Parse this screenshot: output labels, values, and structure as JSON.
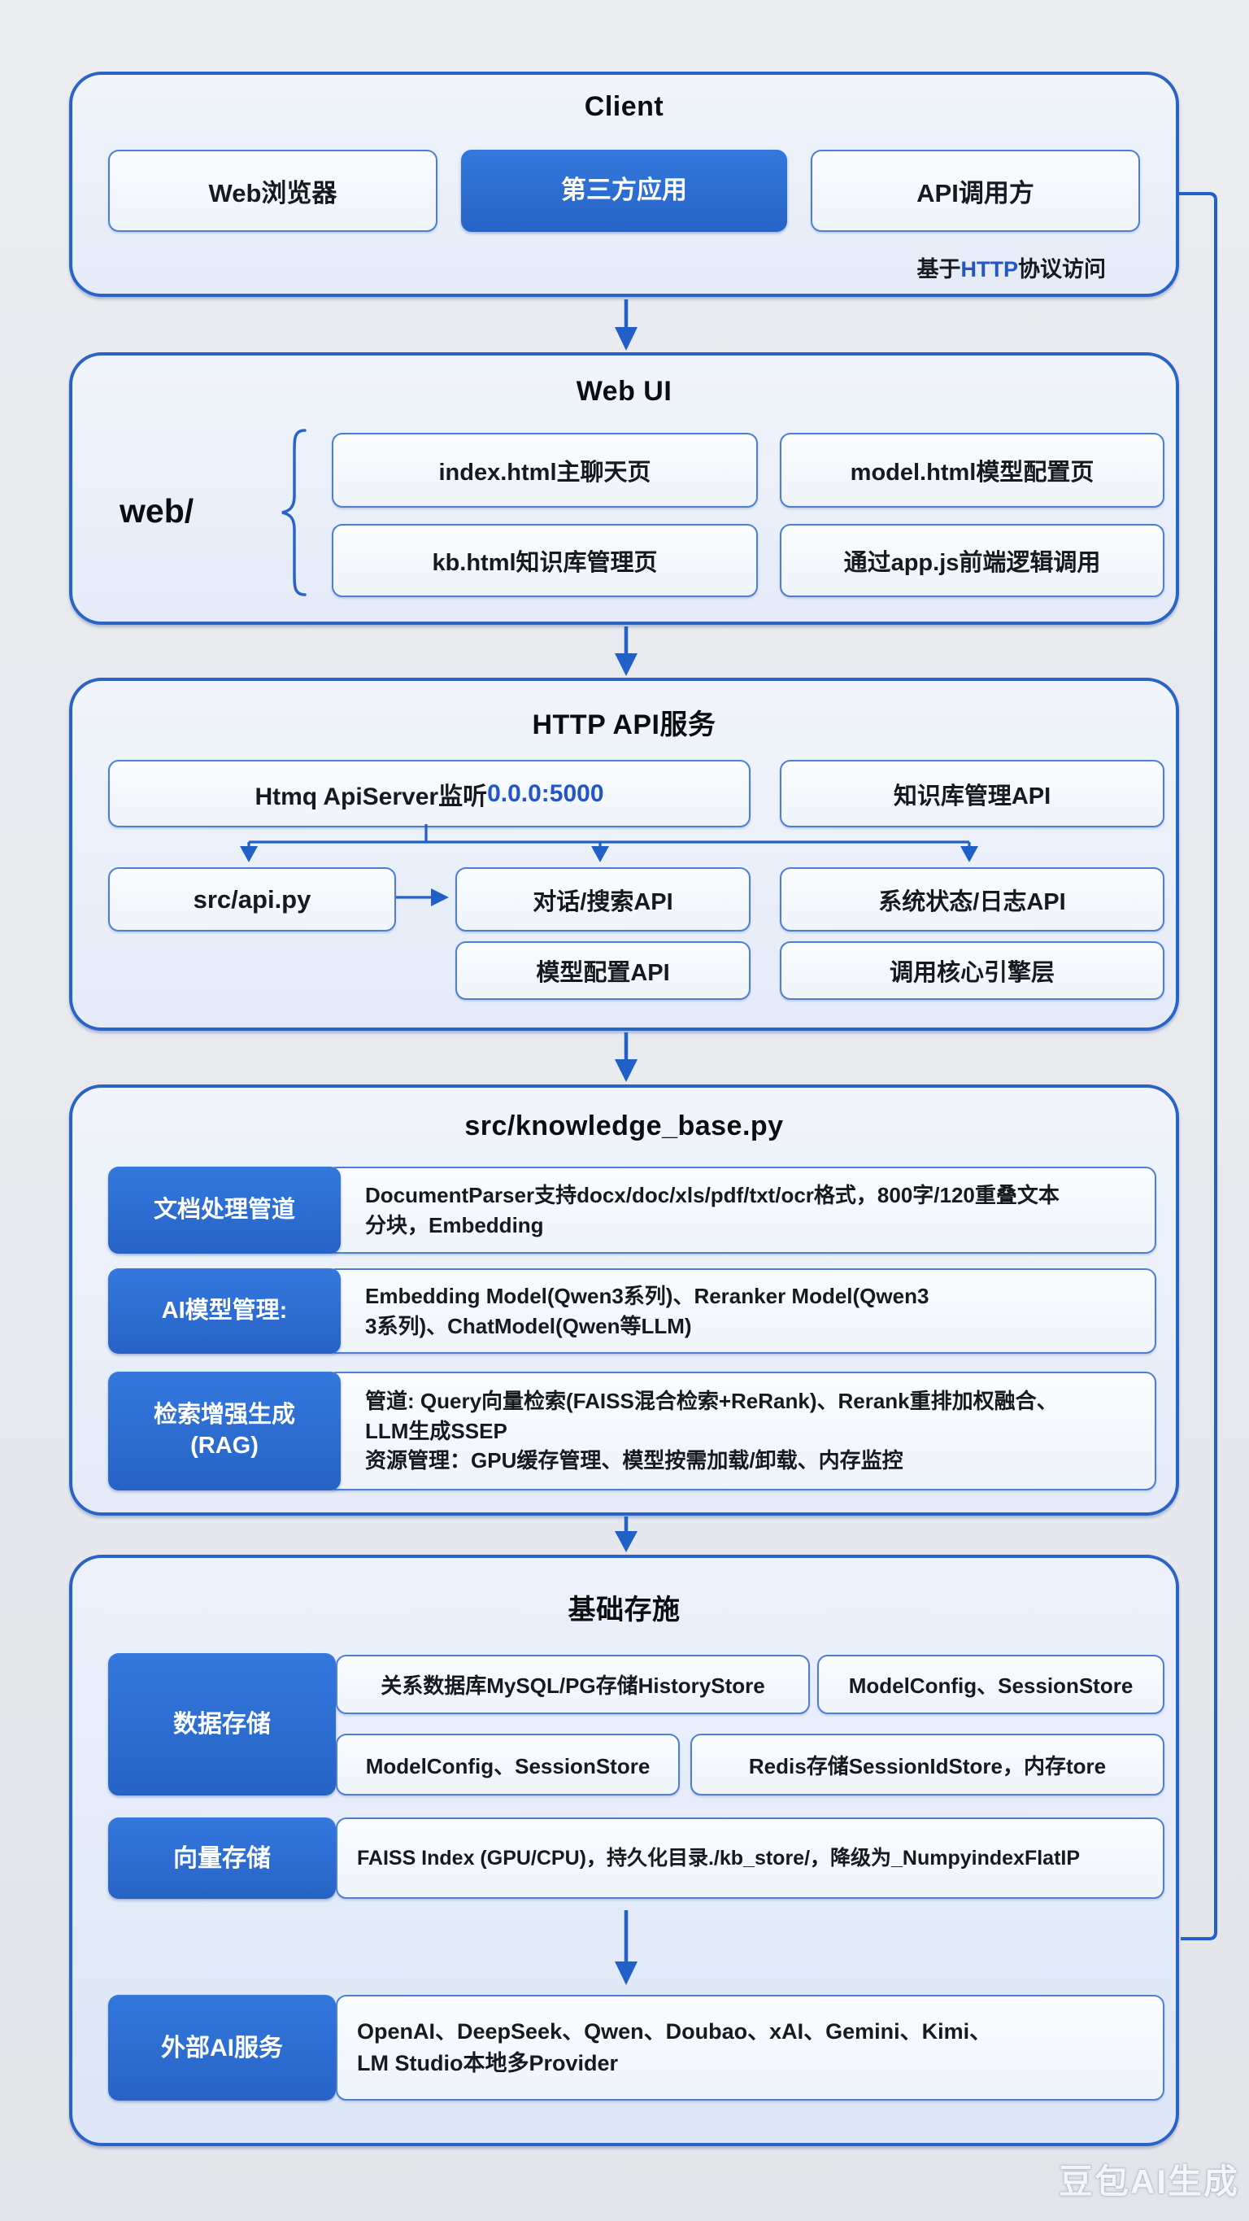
{
  "client": {
    "title": "Client",
    "boxes": [
      "Web浏览器",
      "第三方应用",
      "API调用方"
    ],
    "caption": {
      "pre": "基于",
      "protocol": "HTTP",
      "post": "协议访问"
    }
  },
  "webui": {
    "title": "Web UI",
    "dir": "web/",
    "boxes": [
      "index.html主聊天页",
      "model.html模型配置页",
      "kb.html知识库管理页",
      "通过app.js前端逻辑调用"
    ]
  },
  "api": {
    "title": "HTTP API服务",
    "server_prefix": "Htmq ApiServer监听",
    "server_addr": "0.0.0:5000",
    "kb_api": "知识库管理API",
    "src_file": "src/api.py",
    "chat_api": "对话/搜索API",
    "status_api": "系统状态/日志API",
    "model_api": "模型配置API",
    "engine": "调用核心引擎层"
  },
  "kb": {
    "title": "src/knowledge_base.py",
    "rows": [
      {
        "label": "文档处理管道",
        "text": "DocumentParser支持docx/doc/xls/pdf/txt/ocr格式，800字/120重叠文本\n分块，Embedding"
      },
      {
        "label": "AI模型管理:",
        "text": "Embedding Model(Qwen3系列)、Reranker Model(Qwen3\n3系列)、ChatModel(Qwen等LLM)"
      },
      {
        "label": "检索增强生成\n(RAG)",
        "text": "管道: Query向量检索(FAISS混合检索+ReRank)、Rerank重排加权融合、\nLLM生成SSEP\n资源管理：GPU缓存管理、模型按需加载/卸载、内存监控"
      }
    ]
  },
  "storage": {
    "title": "基础存施",
    "data_label": "数据存储",
    "row_a": [
      "关系数据库MySQL/PG存储HistoryStore",
      "ModelConfig、SessionStore"
    ],
    "row_b": [
      "ModelConfig、SessionStore",
      "Redis存储SessionIdStore，内存tore"
    ],
    "vector_label": "向量存储",
    "vector_text": "FAISS Index (GPU/CPU)，持久化目录./kb_store/，降级为_NumpyindexFlatIP",
    "external_label": "外部AI服务",
    "external_text": "OpenAI、DeepSeek、Qwen、Doubao、xAI、Gemini、Kimi、\nLM Studio本地多Provider"
  },
  "watermark": "豆包AI生成",
  "colors": {
    "accent": "#2a63c8",
    "fill_blue": "#2b6cd4",
    "link_blue": "#2256c5"
  }
}
